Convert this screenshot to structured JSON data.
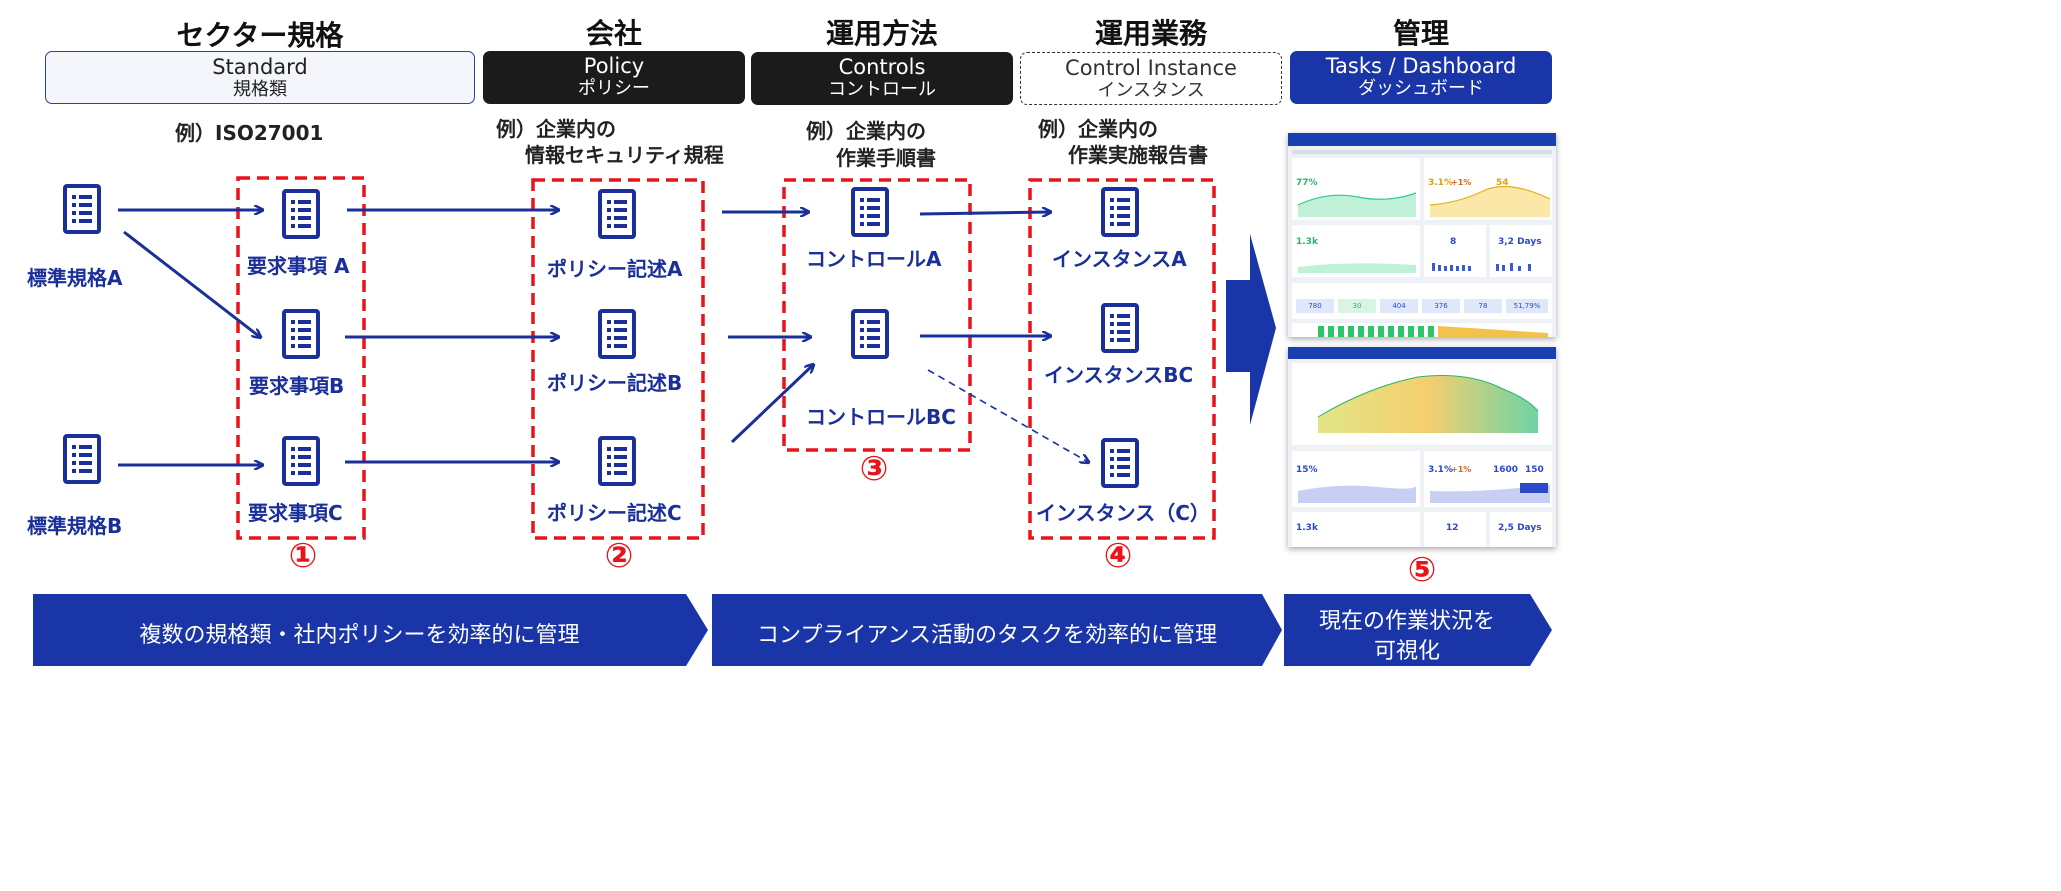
{
  "columns": [
    {
      "title": "セクター規格",
      "pill_main": "Standard",
      "pill_sub": "規格類"
    },
    {
      "title": "会社",
      "pill_main": "Policy",
      "pill_sub": "ポリシー"
    },
    {
      "title": "運用方法",
      "pill_main": "Controls",
      "pill_sub": "コントロール"
    },
    {
      "title": "運用業務",
      "pill_main": "Control Instance",
      "pill_sub": "インスタンス"
    },
    {
      "title": "管理",
      "pill_main": "Tasks / Dashboard",
      "pill_sub": "ダッシュボード"
    }
  ],
  "examples": {
    "standard": "例）ISO27001",
    "policy_line1": "例）企業内の",
    "policy_line2": "情報セキュリティ規程",
    "controls_line1": "例）企業内の",
    "controls_line2": "作業手順書",
    "instance_line1": "例）企業内の",
    "instance_line2": "作業実施報告書"
  },
  "sources": {
    "a": "標準規格A",
    "b": "標準規格B"
  },
  "requirements": {
    "a": "要求事項 A",
    "b": "要求事項B",
    "c": "要求事項C"
  },
  "policies": {
    "a": "ポリシー記述A",
    "b": "ポリシー記述B",
    "c": "ポリシー記述C"
  },
  "controls": {
    "a": "コントロールA",
    "bc": "コントロールBC"
  },
  "instances": {
    "a": "インスタンスA",
    "bc": "インスタンスBC",
    "c": "インスタンス（C）"
  },
  "steps": {
    "one": "①",
    "two": "②",
    "three": "③",
    "four": "④",
    "five": "⑤"
  },
  "banners": {
    "left": "複数の規格類・社内ポリシーを効率的に管理",
    "middle": "コンプライアンス活動のタスクを効率的に管理",
    "right_line1": "現在の作業状況を",
    "right_line2": "可視化"
  },
  "dashboard1": {
    "kpi1": "77%",
    "kpi2": "3.1%",
    "kpi2_delta": "+1%",
    "kpi3": "54",
    "kpi4": "1.3k",
    "kpi5": "8",
    "kpi6": "3,2 Days",
    "row_values": [
      "780",
      "30",
      "404",
      "376",
      "78",
      "51,79%"
    ]
  },
  "dashboard2": {
    "kpi1": "15%",
    "kpi2": "3.1%",
    "kpi2_delta": "+1%",
    "kpi3": "1600",
    "kpi4": "150",
    "kpi5": "1.3k",
    "kpi6": "12",
    "kpi7": "2,5 Days"
  },
  "colors": {
    "brand_blue": "#1a35a8",
    "node_blue": "#1a2f9a",
    "dashed_red": "#e8141a",
    "dark_pill": "#1b1b1b"
  },
  "icons": {
    "document": "document-list-icon",
    "flow_arrow": "arrow-right-icon"
  }
}
